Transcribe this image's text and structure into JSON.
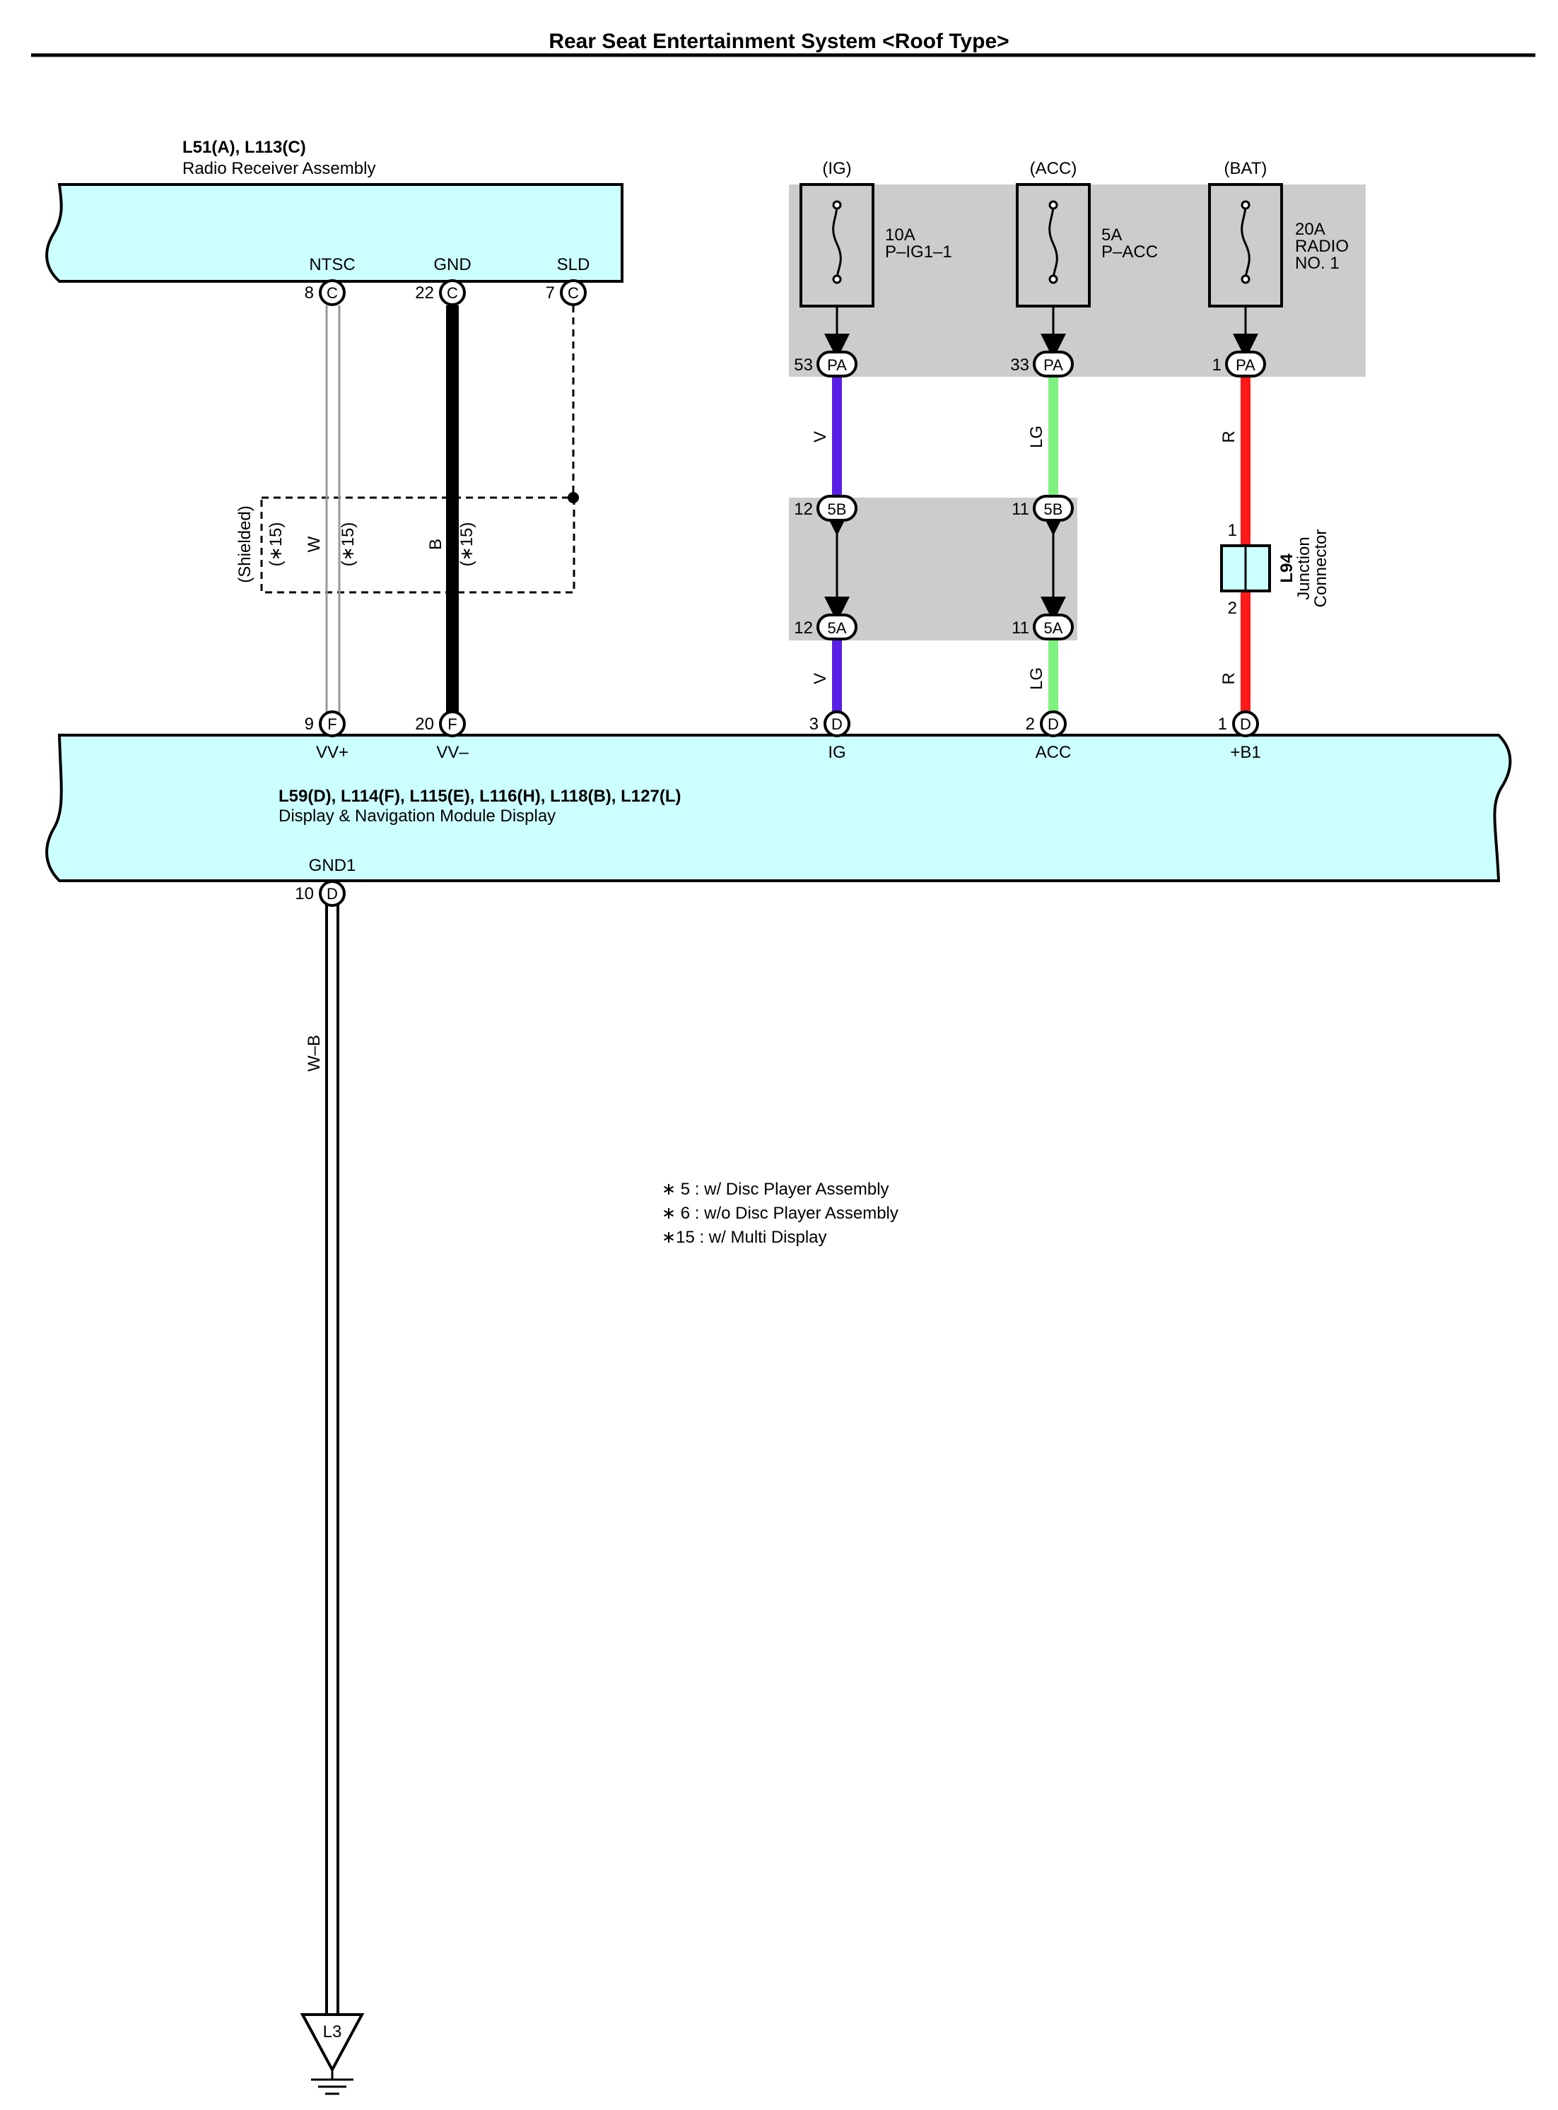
{
  "title": "Rear Seat Entertainment System <Roof Type>",
  "radio": {
    "code": "L51(A), L113(C)",
    "name": "Radio Receiver Assembly",
    "terminals": [
      {
        "label": "NTSC",
        "pin": "8",
        "conn": "C"
      },
      {
        "label": "GND",
        "pin": "22",
        "conn": "C"
      },
      {
        "label": "SLD",
        "pin": "7",
        "conn": "C"
      }
    ]
  },
  "display": {
    "code": "L59(D), L114(F), L115(E), L116(H), L118(B), L127(L)",
    "name": "Display & Navigation Module Display",
    "terminals": [
      {
        "label": "VV+",
        "pin": "9",
        "conn": "F"
      },
      {
        "label": "VV–",
        "pin": "20",
        "conn": "F"
      },
      {
        "label": "IG",
        "pin": "3",
        "conn": "D"
      },
      {
        "label": "ACC",
        "pin": "2",
        "conn": "D"
      },
      {
        "label": "+B1",
        "pin": "1",
        "conn": "D"
      }
    ],
    "ground_terminal": {
      "label": "GND1",
      "pin": "10",
      "conn": "D"
    }
  },
  "shield": {
    "label": "(Shielded)",
    "note_left": "(∗15)",
    "note_mid": "(∗15)",
    "note_b": "(∗15)",
    "wire_w": "W",
    "wire_b": "B"
  },
  "fuses": [
    {
      "source": "(IG)",
      "rating": "10A",
      "name": "P–IG1–1",
      "name2": "",
      "pin": "53",
      "conn": "PA",
      "wire": "V",
      "color": "#5a1ee6"
    },
    {
      "source": "(ACC)",
      "rating": "5A",
      "name": "P–ACC",
      "name2": "",
      "pin": "33",
      "conn": "PA",
      "wire": "LG",
      "color": "#7ef27e"
    },
    {
      "source": "(BAT)",
      "rating": "20A",
      "name": "RADIO",
      "name2": "NO. 1",
      "pin": "1",
      "conn": "PA",
      "wire": "R",
      "color": "#ff1a1a"
    }
  ],
  "inline_connectors": [
    {
      "top_pin": "12",
      "top_conn": "5B",
      "bottom_pin": "12",
      "bottom_conn": "5A",
      "wire": "V"
    },
    {
      "top_pin": "11",
      "top_conn": "5B",
      "bottom_pin": "11",
      "bottom_conn": "5A",
      "wire": "LG"
    }
  ],
  "junction": {
    "code": "L94",
    "name1": "Junction",
    "name2": "Connector",
    "pin_top": "1",
    "pin_bottom": "2",
    "wire": "R"
  },
  "ground": {
    "wire": "W–B",
    "code": "L3"
  },
  "notes": [
    "∗ 5 : w/ Disc Player Assembly",
    "∗ 6 : w/o Disc Player Assembly",
    "∗15 : w/ Multi Display"
  ],
  "colors": {
    "component_fill": "#ccffff",
    "box_fill": "#cccccc",
    "white_wire": "#999999",
    "black_wire": "#000000"
  }
}
